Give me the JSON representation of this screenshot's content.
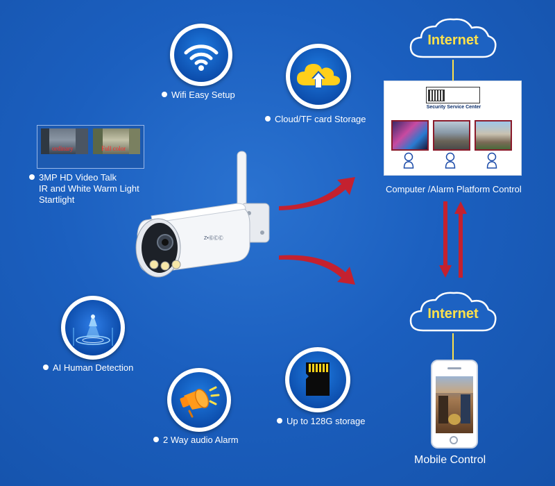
{
  "features": {
    "wifi": "Wifi Easy Setup",
    "cloud": "Cloud/TF card Storage",
    "video_talk": [
      "3MP HD Video Talk",
      "IR and White Warm Light",
      "Startlight"
    ],
    "ai": "AI Human Detection",
    "audio": "2 Way audio Alarm",
    "storage": "Up to 128G storage"
  },
  "night_compare": {
    "left_label": "ordinary",
    "right_label": "Full color"
  },
  "network": {
    "internet_top": "Internet",
    "internet_bottom": "Internet",
    "security_center_title": "Security Service Center",
    "computer_caption": "Computer /Alarm Platform Control",
    "mobile_caption": "Mobile Control"
  },
  "camera": {
    "brand_mark": "Z•ⒼⒸⒸ"
  },
  "icons": [
    "wifi-icon",
    "cloud-upload-icon",
    "ai-scan-icon",
    "megaphone-icon",
    "sd-card-icon",
    "person-icon",
    "phone-icon"
  ],
  "colors": {
    "background": "#1b5fbf",
    "accent_yellow": "#ffe24a",
    "arrow_red": "#c4212f"
  }
}
